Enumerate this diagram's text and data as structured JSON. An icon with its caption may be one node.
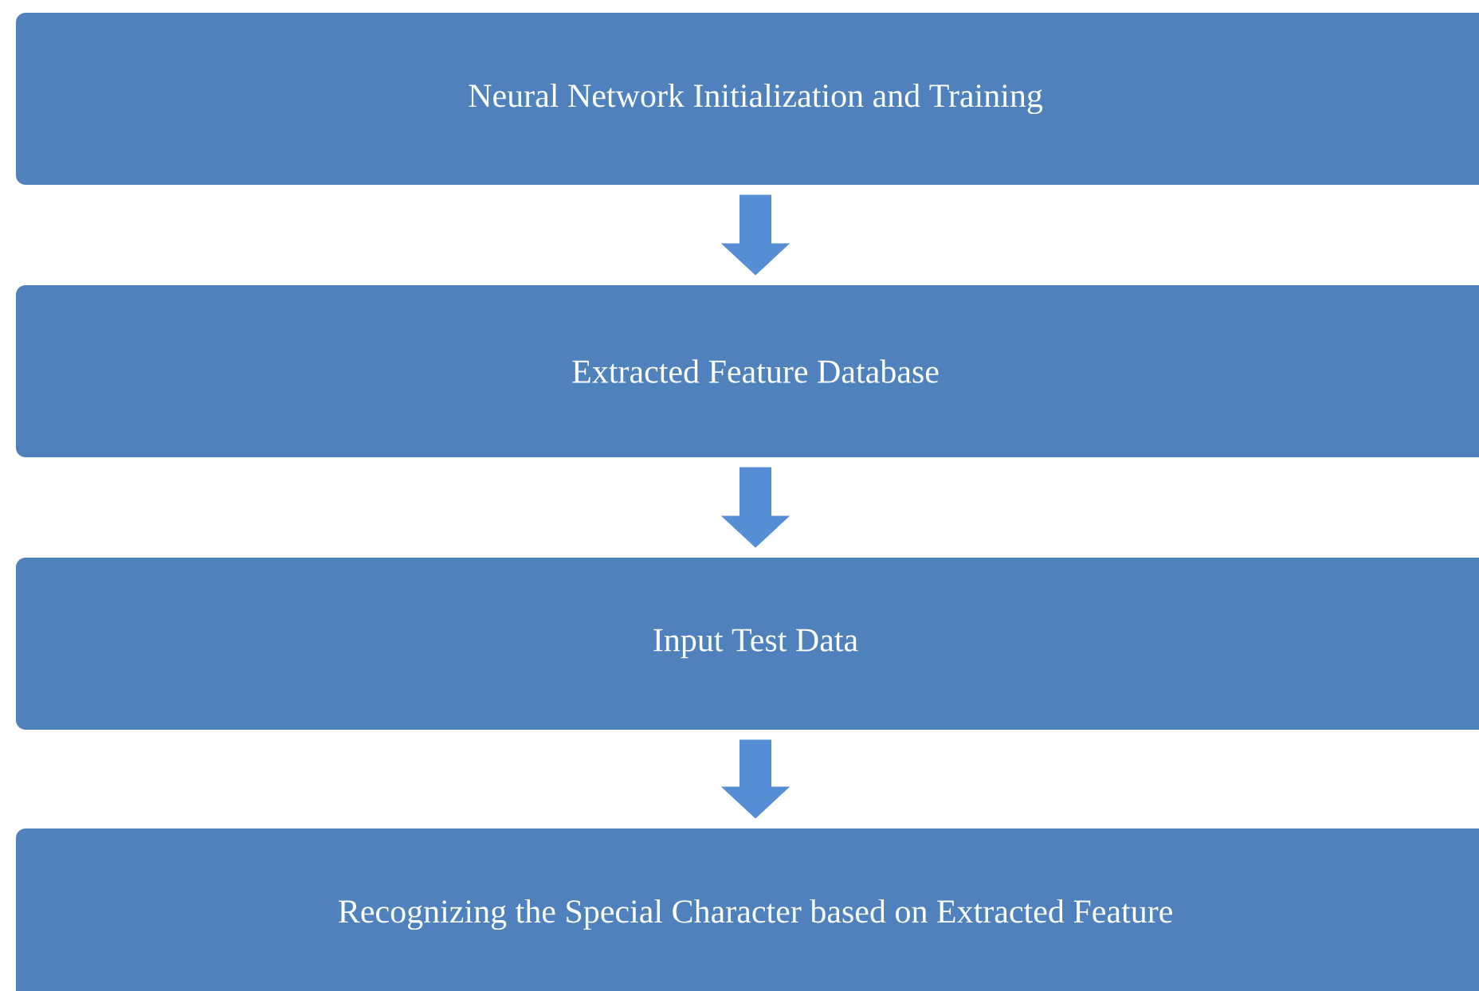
{
  "diagram": {
    "nodes": [
      {
        "text": [
          "Neural Network Initialization and Training"
        ]
      },
      {
        "text": [
          "Extracted Feature Database"
        ]
      },
      {
        "text": [
          "Input Test Data"
        ]
      },
      {
        "text": [
          "Recognizing the Special Character based on Extracted Feature"
        ]
      }
    ],
    "edges": [
      {
        "from": 0,
        "to": 1,
        "arrow": "to"
      },
      {
        "from": 1,
        "to": 2,
        "arrow": "to"
      },
      {
        "from": 2,
        "to": 3,
        "arrow": "to"
      }
    ]
  }
}
